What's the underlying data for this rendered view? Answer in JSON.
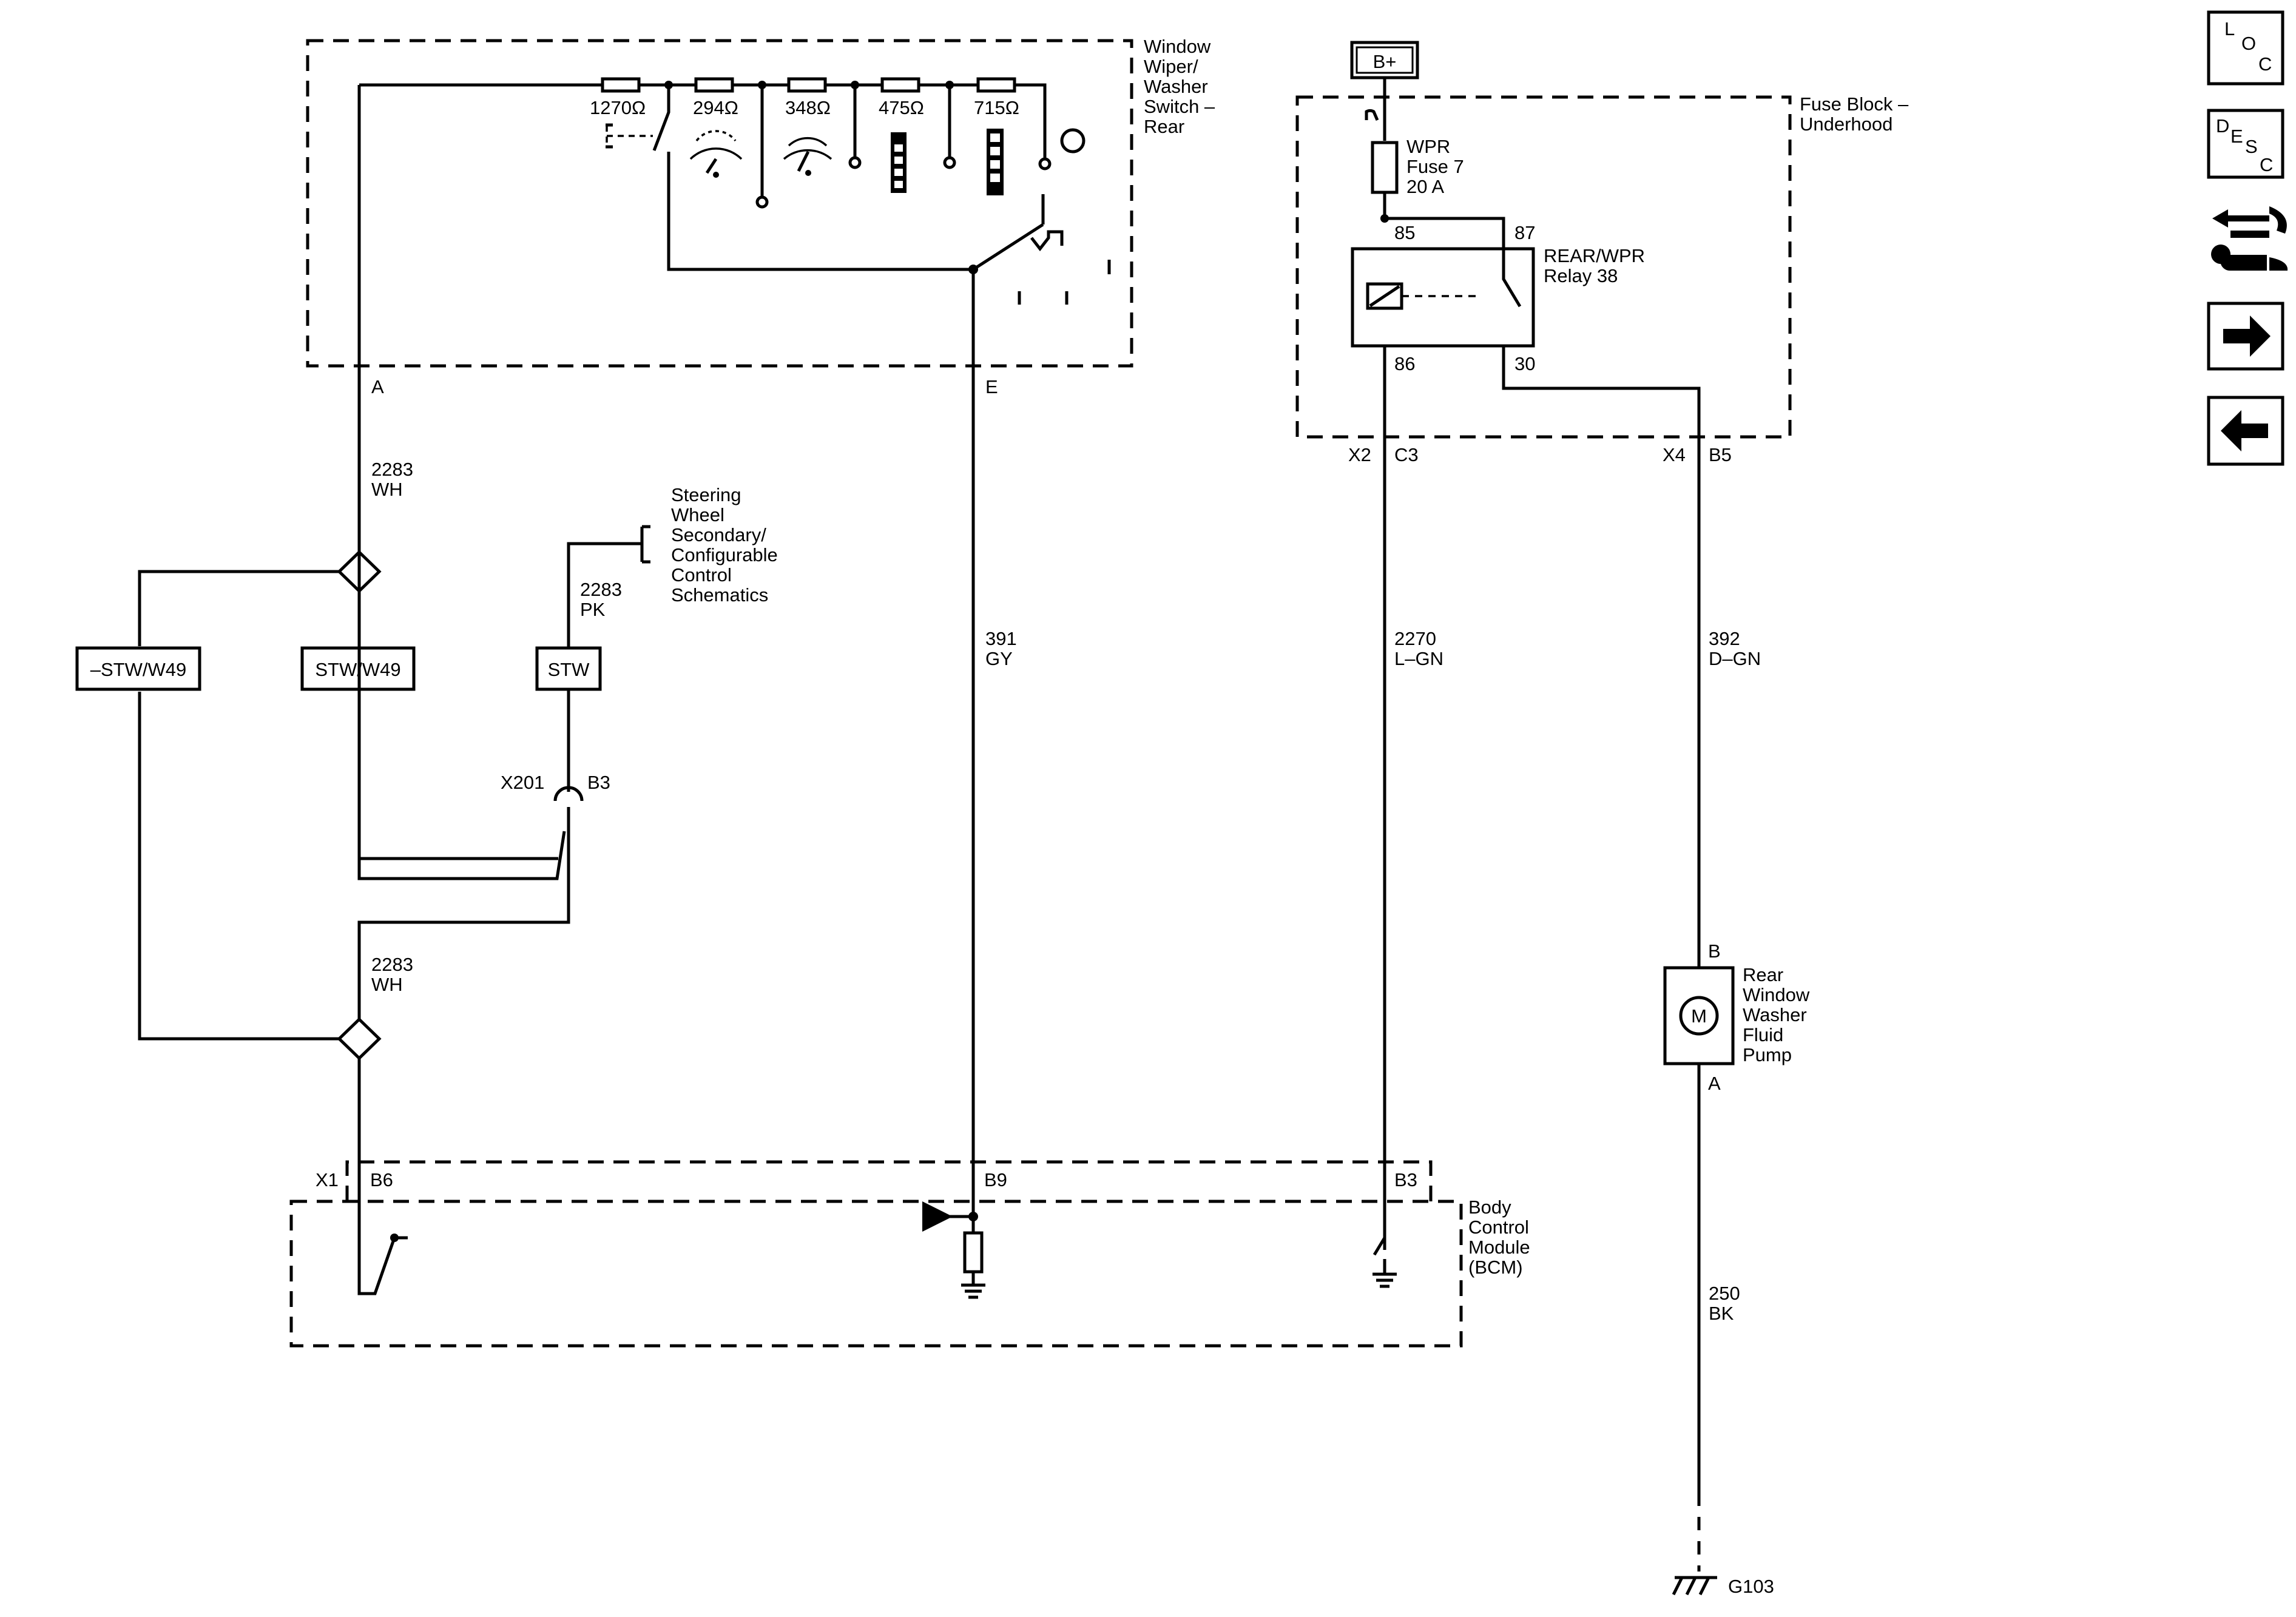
{
  "components": {
    "wiper_switch": [
      "Window",
      "Wiper/",
      "Washer",
      "Switch –",
      "Rear"
    ],
    "fuse_block": [
      "Fuse Block –",
      "Underhood"
    ],
    "bcm": [
      "Body",
      "Control",
      "Module",
      "(BCM)"
    ],
    "pump": [
      "Rear",
      "Window",
      "Washer",
      "Fluid",
      "Pump"
    ],
    "steering_ref": [
      "Steering",
      "Wheel",
      "Secondary/",
      "Configurable",
      "Control",
      "Schematics"
    ],
    "fuse": [
      "WPR",
      "Fuse 7",
      "20 A"
    ],
    "relay": [
      "REAR/WPR",
      "Relay 38"
    ],
    "power": "B+",
    "ground": "G103",
    "motor": "M"
  },
  "resistors": [
    "1270Ω",
    "294Ω",
    "348Ω",
    "475Ω",
    "715Ω"
  ],
  "pins": {
    "switch_a": "A",
    "switch_e": "E",
    "relay_85": "85",
    "relay_87": "87",
    "relay_86": "86",
    "relay_30": "30",
    "x2": "X2",
    "c3": "C3",
    "x4": "X4",
    "b5": "B5",
    "x201": "X201",
    "x201_pin": "B3",
    "bcm_x1": "X1",
    "bcm_b6": "B6",
    "bcm_b9": "B9",
    "bcm_b3": "B3",
    "pump_b": "B",
    "pump_a": "A"
  },
  "wires": {
    "w2283_wh_top": [
      "2283",
      "WH"
    ],
    "w2283_pk": [
      "2283",
      "PK"
    ],
    "w2283_wh_bottom": [
      "2283",
      "WH"
    ],
    "w391_gy": [
      "391",
      "GY"
    ],
    "w2270_lgn": [
      "2270",
      "L–GN"
    ],
    "w392_dgn": [
      "392",
      "D–GN"
    ],
    "w250_bk": [
      "250",
      "BK"
    ]
  },
  "options": {
    "not_stw_w49": "–STW/W49",
    "stw_w49": "STW/W49",
    "stw": "STW"
  },
  "nav": {
    "loc": [
      "L",
      "O",
      "C"
    ],
    "desc": [
      "D",
      "E",
      "S",
      "C"
    ],
    "connector_icon": "connector-tool-icon",
    "next_icon": "arrow-right-icon",
    "prev_icon": "arrow-left-icon"
  }
}
